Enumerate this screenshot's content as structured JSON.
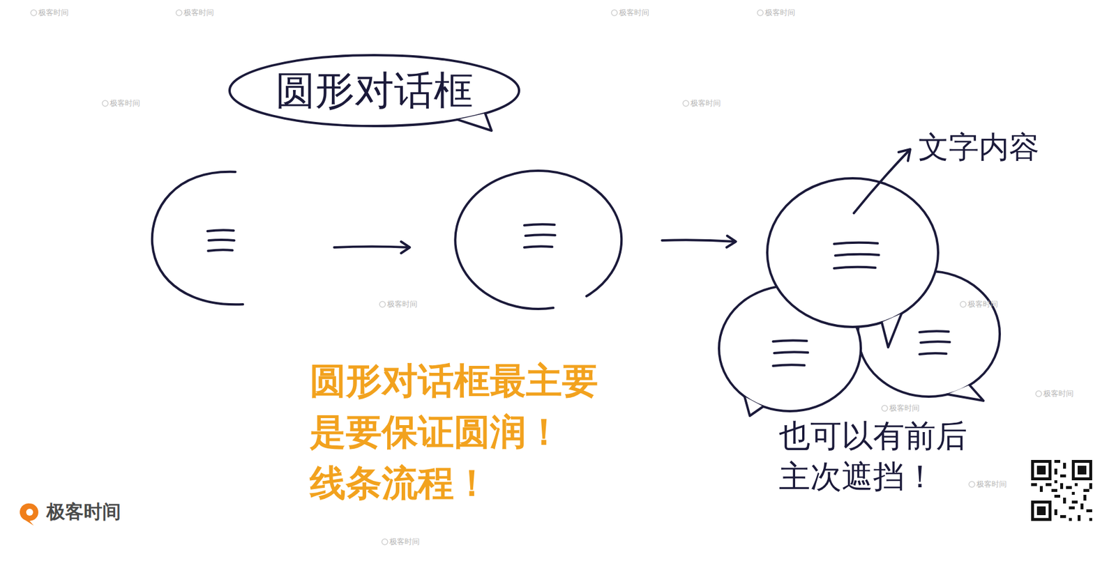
{
  "diagram": {
    "nodes": [
      {
        "text": [
          "圆形对话框"
        ]
      }
    ],
    "labels": [
      "文字内容",
      "圆形对话框最主要 是要保证圆润！ 线条流程！",
      "也可以有前后 主次遮挡！",
      "极客时间",
      "极客时间",
      "极客时间",
      "极客时间",
      "极客时间",
      "极客时间",
      "极客时间",
      "极客时间",
      "极客时间",
      "极客时间",
      "极客时间",
      "极客时间",
      "极客时间"
    ]
  }
}
